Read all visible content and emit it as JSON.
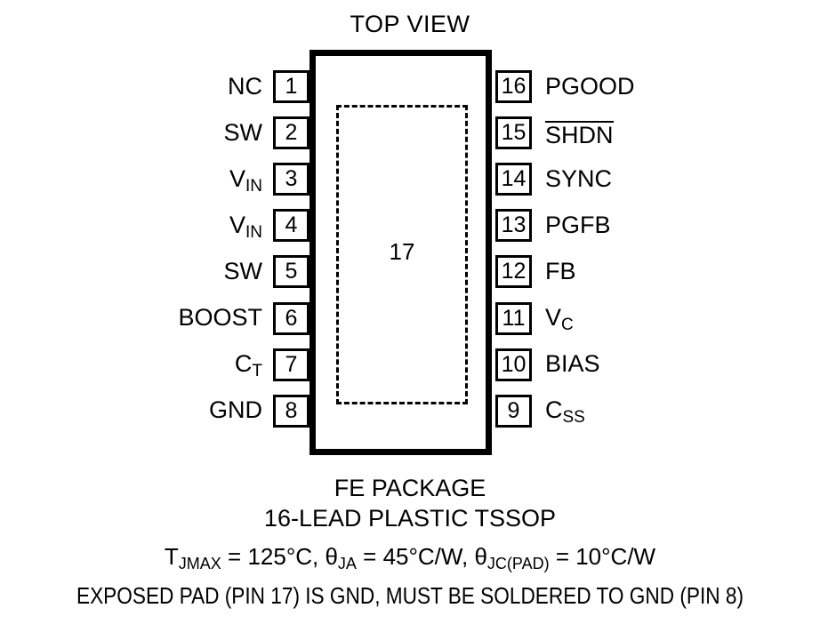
{
  "diagram": {
    "title": "TOP VIEW",
    "exposed_pad_number": "17",
    "package_name": "FE PACKAGE",
    "package_desc": "16-LEAD PLASTIC TSSOP",
    "thermal": {
      "tjmax_name": "T",
      "tjmax_sub": "JMAX",
      "tjmax_value": " = 125°C, ",
      "theta_ja_sym": "θ",
      "theta_ja_sub": "JA",
      "theta_ja_value": " = 45°C/W, ",
      "theta_jc_sym": "θ",
      "theta_jc_sub": "JC(PAD)",
      "theta_jc_value": " = 10°C/W"
    },
    "note": "EXPOSED PAD (PIN 17) IS GND, MUST BE SOLDERED TO GND (PIN 8)"
  },
  "pins_left": [
    {
      "number": "1",
      "label": "NC",
      "sub": "",
      "overline": false
    },
    {
      "number": "2",
      "label": "SW",
      "sub": "",
      "overline": false
    },
    {
      "number": "3",
      "label": "V",
      "sub": "IN",
      "overline": false
    },
    {
      "number": "4",
      "label": "V",
      "sub": "IN",
      "overline": false
    },
    {
      "number": "5",
      "label": "SW",
      "sub": "",
      "overline": false
    },
    {
      "number": "6",
      "label": "BOOST",
      "sub": "",
      "overline": false
    },
    {
      "number": "7",
      "label": "C",
      "sub": "T",
      "overline": false
    },
    {
      "number": "8",
      "label": "GND",
      "sub": "",
      "overline": false
    }
  ],
  "pins_right": [
    {
      "number": "16",
      "label": "PGOOD",
      "sub": "",
      "overline": false
    },
    {
      "number": "15",
      "label": "SHDN",
      "sub": "",
      "overline": true
    },
    {
      "number": "14",
      "label": "SYNC",
      "sub": "",
      "overline": false
    },
    {
      "number": "13",
      "label": "PGFB",
      "sub": "",
      "overline": false
    },
    {
      "number": "12",
      "label": "FB",
      "sub": "",
      "overline": false
    },
    {
      "number": "11",
      "label": "V",
      "sub": "C",
      "overline": false
    },
    {
      "number": "10",
      "label": "BIAS",
      "sub": "",
      "overline": false
    },
    {
      "number": "9",
      "label": "C",
      "sub": "SS",
      "overline": false
    }
  ],
  "colors": {
    "ink": "#000000",
    "paper": "#ffffff"
  }
}
